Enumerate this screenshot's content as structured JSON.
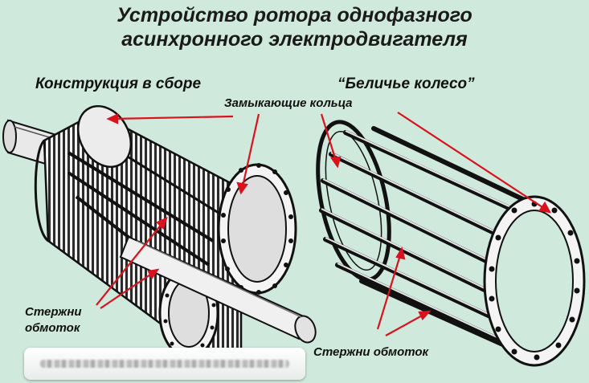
{
  "title": {
    "line1": "Устройство ротора однофазного",
    "line2": "асинхронного электродвигателя"
  },
  "labels": {
    "assembled": "Конструкция в сборе",
    "squirrel_cage": "“Беличье колесо”",
    "closing_rings": "Замыкающие кольца",
    "winding_bars_left_1": "Стержни",
    "winding_bars_left_2": "обмоток",
    "winding_bars_right": "Стержни обмоток"
  },
  "colors": {
    "background": "#cfe9dc",
    "pointer": "#d9121d",
    "ink": "#1a1a1a"
  }
}
